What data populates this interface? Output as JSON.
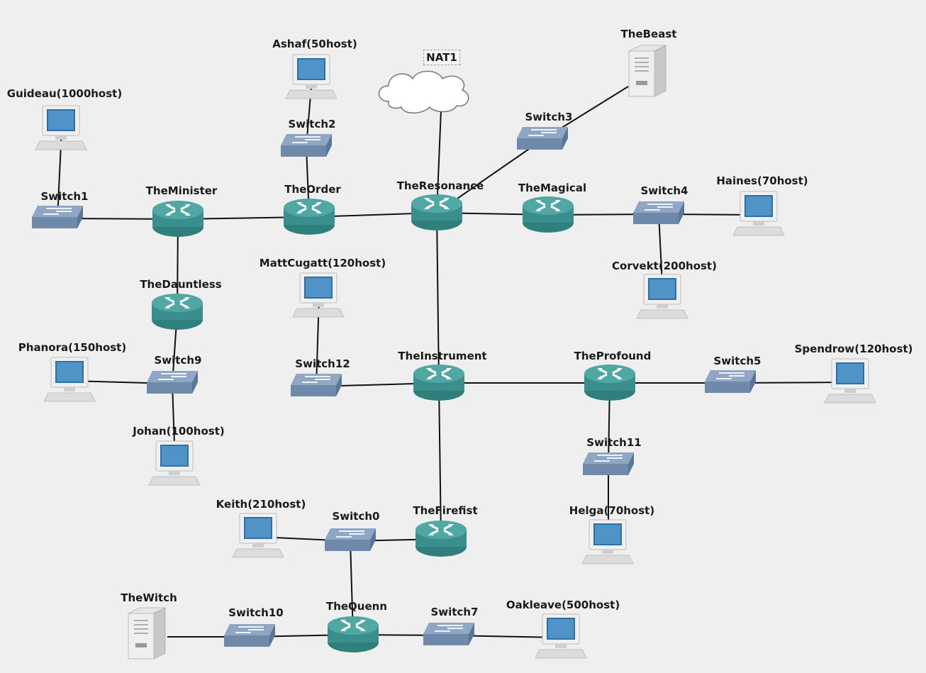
{
  "diagram": {
    "nodes": [
      {
        "id": "guideau",
        "type": "pc",
        "label": "Guideau(1000host)"
      },
      {
        "id": "ashaf",
        "type": "pc",
        "label": "Ashaf(50host)"
      },
      {
        "id": "nat1",
        "type": "cloud",
        "label": "NAT1"
      },
      {
        "id": "thebeast",
        "type": "server",
        "label": "TheBeast"
      },
      {
        "id": "switch2",
        "type": "switch",
        "label": "Switch2"
      },
      {
        "id": "switch3",
        "type": "switch",
        "label": "Switch3"
      },
      {
        "id": "switch1",
        "type": "switch",
        "label": "Switch1"
      },
      {
        "id": "theminister",
        "type": "router",
        "label": "TheMinister"
      },
      {
        "id": "theorder",
        "type": "router",
        "label": "TheOrder"
      },
      {
        "id": "theresonance",
        "type": "router",
        "label": "TheResonance"
      },
      {
        "id": "themagical",
        "type": "router",
        "label": "TheMagical"
      },
      {
        "id": "switch4",
        "type": "switch",
        "label": "Switch4"
      },
      {
        "id": "haines",
        "type": "pc",
        "label": "Haines(70host)"
      },
      {
        "id": "corvekt",
        "type": "pc",
        "label": "Corvekt(200host)"
      },
      {
        "id": "mattcugatt",
        "type": "pc",
        "label": "MattCugatt(120host)"
      },
      {
        "id": "thedauntless",
        "type": "router",
        "label": "TheDauntless"
      },
      {
        "id": "phanora",
        "type": "pc",
        "label": "Phanora(150host)"
      },
      {
        "id": "switch9",
        "type": "switch",
        "label": "Switch9"
      },
      {
        "id": "johan",
        "type": "pc",
        "label": "Johan(100host)"
      },
      {
        "id": "switch12",
        "type": "switch",
        "label": "Switch12"
      },
      {
        "id": "theinstrument",
        "type": "router",
        "label": "TheInstrument"
      },
      {
        "id": "theprofound",
        "type": "router",
        "label": "TheProfound"
      },
      {
        "id": "switch5",
        "type": "switch",
        "label": "Switch5"
      },
      {
        "id": "spendrow",
        "type": "pc",
        "label": "Spendrow(120host)"
      },
      {
        "id": "switch11",
        "type": "switch",
        "label": "Switch11"
      },
      {
        "id": "helga",
        "type": "pc",
        "label": "Helga(70host)"
      },
      {
        "id": "keith",
        "type": "pc",
        "label": "Keith(210host)"
      },
      {
        "id": "switch0",
        "type": "switch",
        "label": "Switch0"
      },
      {
        "id": "thefirefist",
        "type": "router",
        "label": "TheFirefist"
      },
      {
        "id": "thewitch",
        "type": "server",
        "label": "TheWitch"
      },
      {
        "id": "switch10",
        "type": "switch",
        "label": "Switch10"
      },
      {
        "id": "thequenn",
        "type": "router",
        "label": "TheQuenn"
      },
      {
        "id": "switch7",
        "type": "switch",
        "label": "Switch7"
      },
      {
        "id": "oakleave",
        "type": "pc",
        "label": "Oakleave(500host)"
      }
    ],
    "links": [
      [
        "guideau",
        "switch1"
      ],
      [
        "switch1",
        "theminister"
      ],
      [
        "theminister",
        "theorder"
      ],
      [
        "theorder",
        "switch2"
      ],
      [
        "switch2",
        "ashaf"
      ],
      [
        "theorder",
        "theresonance"
      ],
      [
        "theresonance",
        "nat1"
      ],
      [
        "theresonance",
        "switch3"
      ],
      [
        "switch3",
        "thebeast"
      ],
      [
        "theresonance",
        "themagical"
      ],
      [
        "themagical",
        "switch4"
      ],
      [
        "switch4",
        "haines"
      ],
      [
        "switch4",
        "corvekt"
      ],
      [
        "theminister",
        "thedauntless"
      ],
      [
        "thedauntless",
        "switch9"
      ],
      [
        "switch9",
        "phanora"
      ],
      [
        "switch9",
        "johan"
      ],
      [
        "theresonance",
        "theinstrument"
      ],
      [
        "mattcugatt",
        "switch12"
      ],
      [
        "switch12",
        "theinstrument"
      ],
      [
        "theinstrument",
        "theprofound"
      ],
      [
        "theprofound",
        "switch5"
      ],
      [
        "switch5",
        "spendrow"
      ],
      [
        "theprofound",
        "switch11"
      ],
      [
        "switch11",
        "helga"
      ],
      [
        "theinstrument",
        "thefirefist"
      ],
      [
        "thefirefist",
        "switch0"
      ],
      [
        "switch0",
        "keith"
      ],
      [
        "switch0",
        "thequenn"
      ],
      [
        "thequenn",
        "switch10"
      ],
      [
        "switch10",
        "thewitch"
      ],
      [
        "thequenn",
        "switch7"
      ],
      [
        "switch7",
        "oakleave"
      ]
    ]
  }
}
